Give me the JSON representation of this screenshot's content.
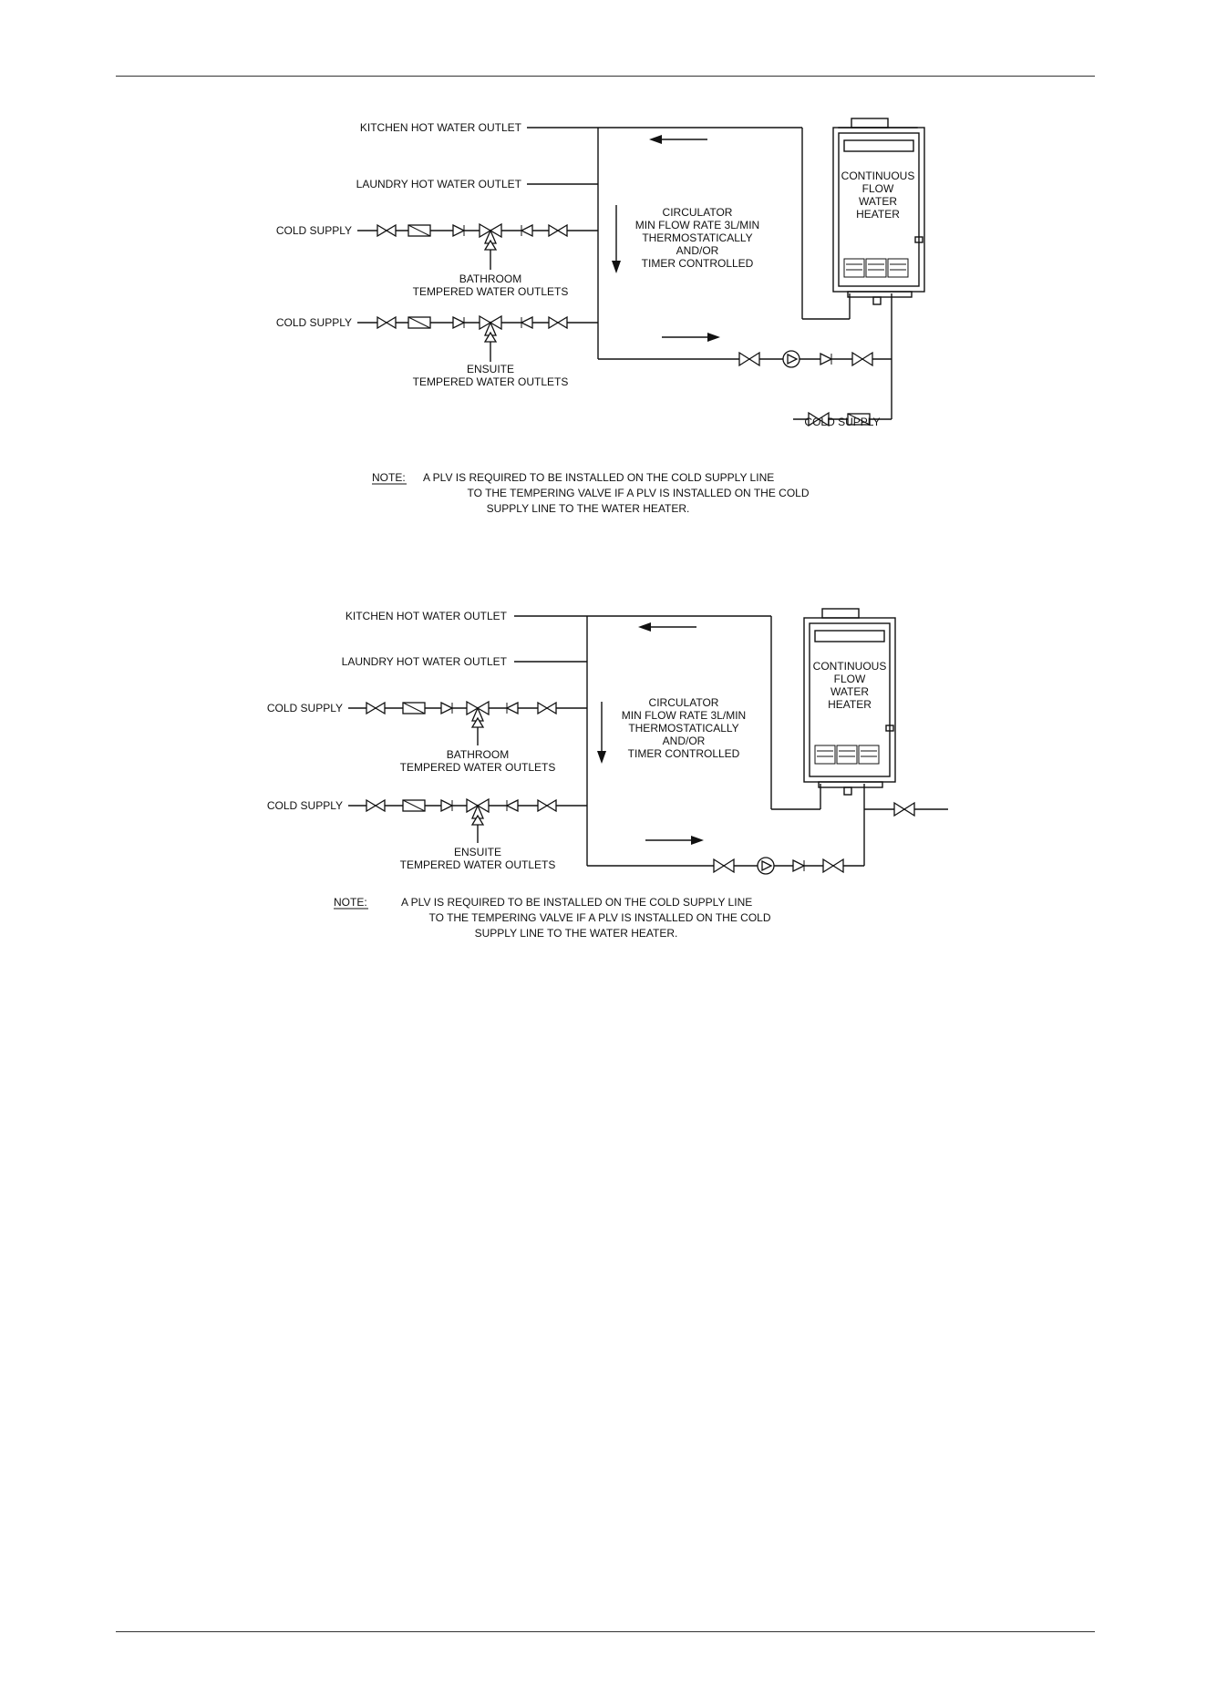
{
  "diagrams": [
    {
      "labels": {
        "kitchen": "KITCHEN HOT WATER OUTLET",
        "laundry": "LAUNDRY HOT WATER OUTLET",
        "cold_1": "COLD SUPPLY",
        "cold_2": "COLD SUPPLY",
        "cold_3": "COLD SUPPLY",
        "bathroom_1": "BATHROOM",
        "bathroom_2": "TEMPERED WATER OUTLETS",
        "ensuite_1": "ENSUITE",
        "ensuite_2": "TEMPERED WATER OUTLETS",
        "circ_1": "CIRCULATOR",
        "circ_2": "MIN FLOW RATE 3L/MIN",
        "circ_3": "THERMOSTATICALLY",
        "circ_4": "AND/OR",
        "circ_5": "TIMER CONTROLLED",
        "heater_1": "CONTINUOUS",
        "heater_2": "FLOW",
        "heater_3": "WATER",
        "heater_4": "HEATER"
      },
      "note": {
        "head": "NOTE:",
        "line_1": "A PLV IS REQUIRED TO BE INSTALLED ON THE COLD SUPPLY LINE",
        "line_2": "TO THE TEMPERING VALVE IF A PLV IS INSTALLED ON THE COLD",
        "line_3": "SUPPLY LINE TO THE WATER HEATER."
      }
    },
    {
      "labels": {
        "kitchen": "KITCHEN HOT WATER OUTLET",
        "laundry": "LAUNDRY HOT WATER OUTLET",
        "cold_1": "COLD SUPPLY",
        "cold_2": "COLD SUPPLY",
        "bathroom_1": "BATHROOM",
        "bathroom_2": "TEMPERED WATER OUTLETS",
        "ensuite_1": "ENSUITE",
        "ensuite_2": "TEMPERED WATER OUTLETS",
        "circ_1": "CIRCULATOR",
        "circ_2": "MIN FLOW RATE 3L/MIN",
        "circ_3": "THERMOSTATICALLY",
        "circ_4": "AND/OR",
        "circ_5": "TIMER CONTROLLED",
        "heater_1": "CONTINUOUS",
        "heater_2": "FLOW",
        "heater_3": "WATER",
        "heater_4": "HEATER"
      },
      "note": {
        "head": "NOTE:",
        "line_1": "A PLV IS REQUIRED TO BE INSTALLED ON THE COLD SUPPLY LINE",
        "line_2": "TO THE TEMPERING VALVE IF A PLV IS INSTALLED ON THE COLD",
        "line_3": "SUPPLY LINE TO THE WATER HEATER."
      }
    }
  ]
}
